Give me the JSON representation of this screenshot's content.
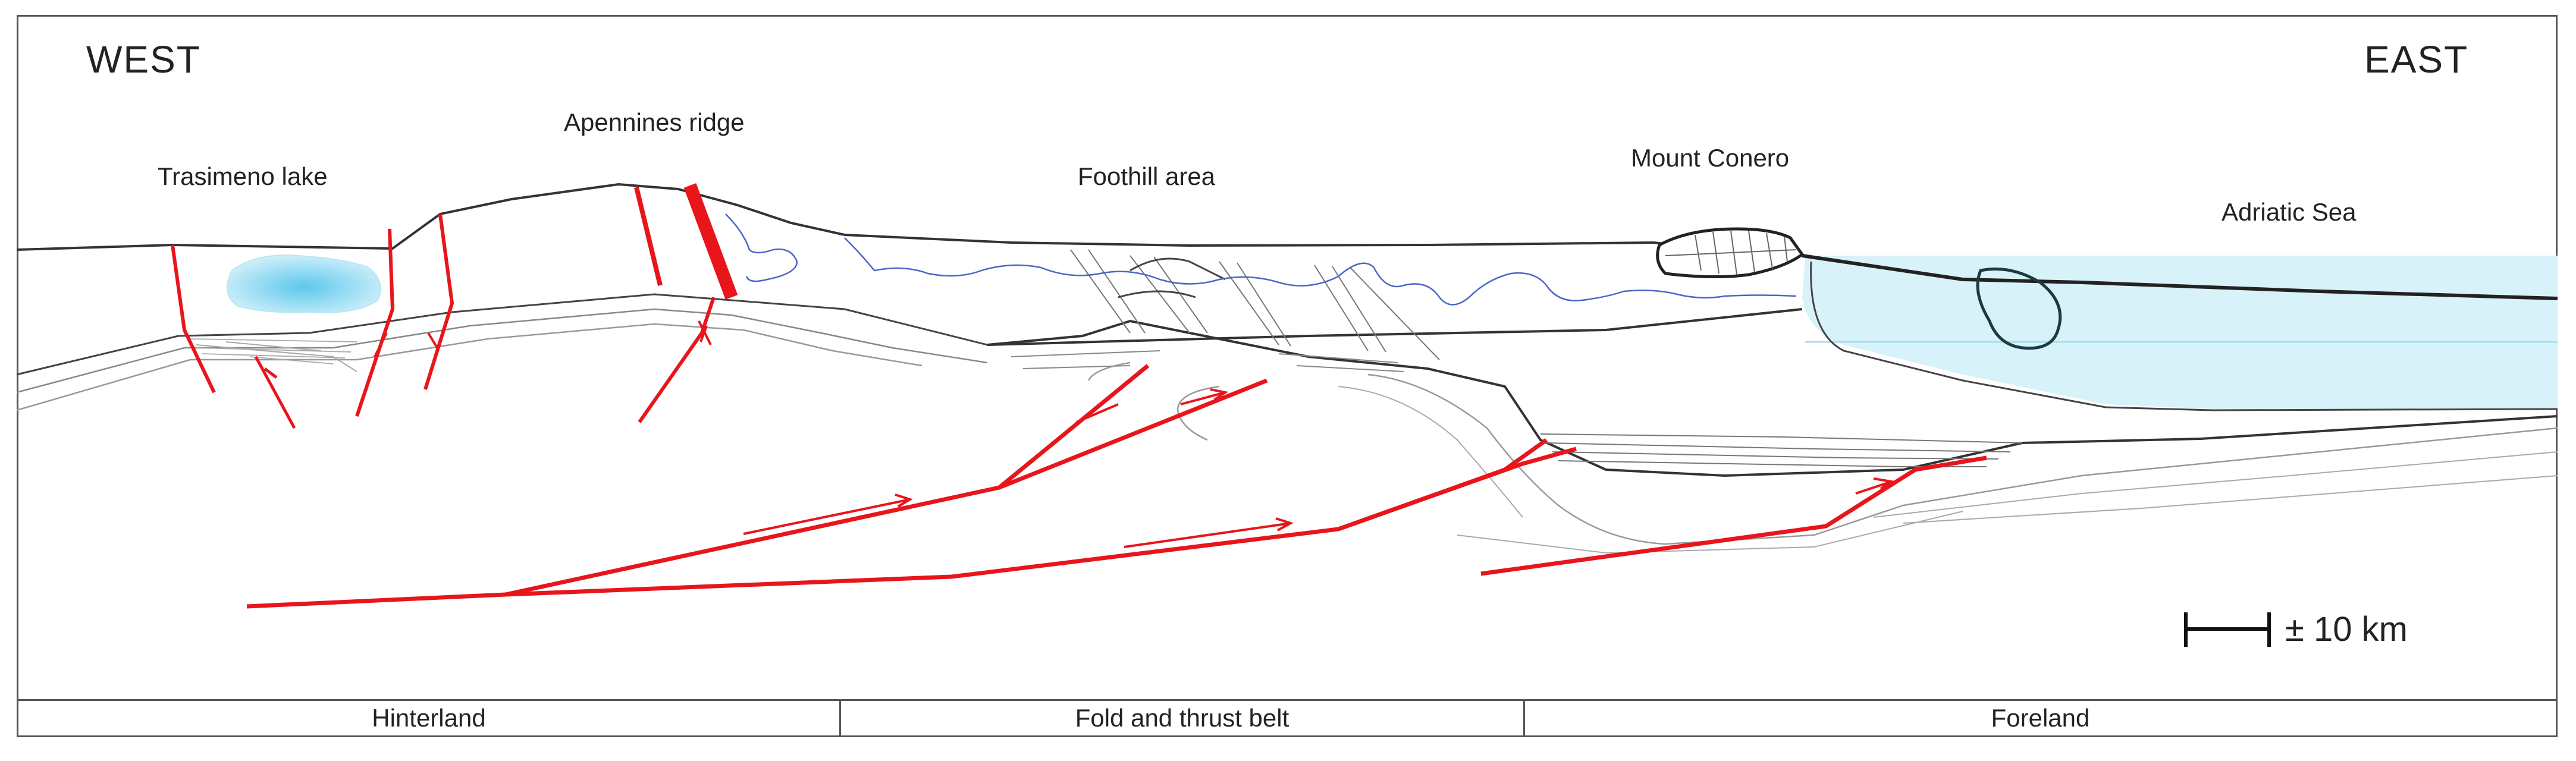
{
  "orientation": {
    "west": "WEST",
    "east": "EAST"
  },
  "places": {
    "trasimeno": "Trasimeno lake",
    "apennines": "Apennines ridge",
    "foothill": "Foothill area",
    "conero": "Mount Conero",
    "adriatic": "Adriatic Sea"
  },
  "scale_bar": {
    "label": "± 10 km"
  },
  "zones": [
    {
      "label": "Hinterland"
    },
    {
      "label": "Fold and thrust belt"
    },
    {
      "label": "Foreland"
    }
  ],
  "colors": {
    "fault": "#e8151b",
    "sea_fill": "#d8f2fa",
    "lake_fill": "#8fd6ee",
    "river": "#4a66c8",
    "strata": "#555555"
  }
}
